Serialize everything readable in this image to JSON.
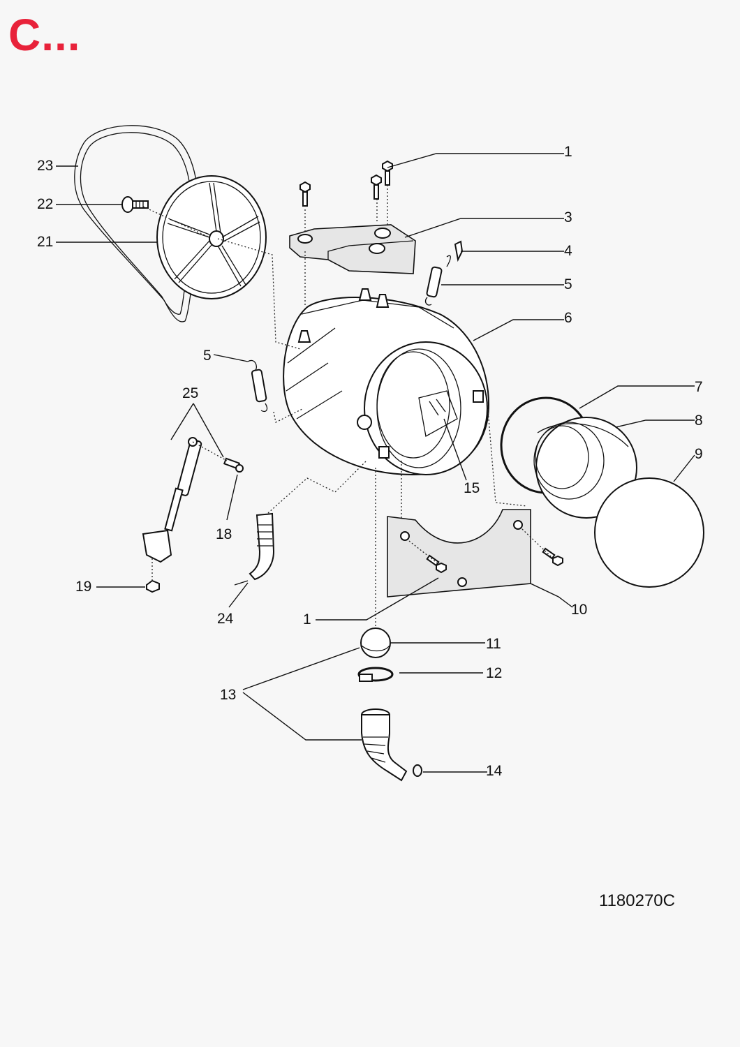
{
  "section_letter": "C...",
  "drawing_ref": "1180270C",
  "callouts": {
    "c1_top": "1",
    "c3": "3",
    "c4": "4",
    "c5_right": "5",
    "c6": "6",
    "c7": "7",
    "c8": "8",
    "c9": "9",
    "c10": "10",
    "c11": "11",
    "c12": "12",
    "c13": "13",
    "c14": "14",
    "c15": "15",
    "c18": "18",
    "c19": "19",
    "c21": "21",
    "c22": "22",
    "c23": "23",
    "c24": "24",
    "c25": "25",
    "c5_left": "5",
    "c1_bottom": "1"
  }
}
